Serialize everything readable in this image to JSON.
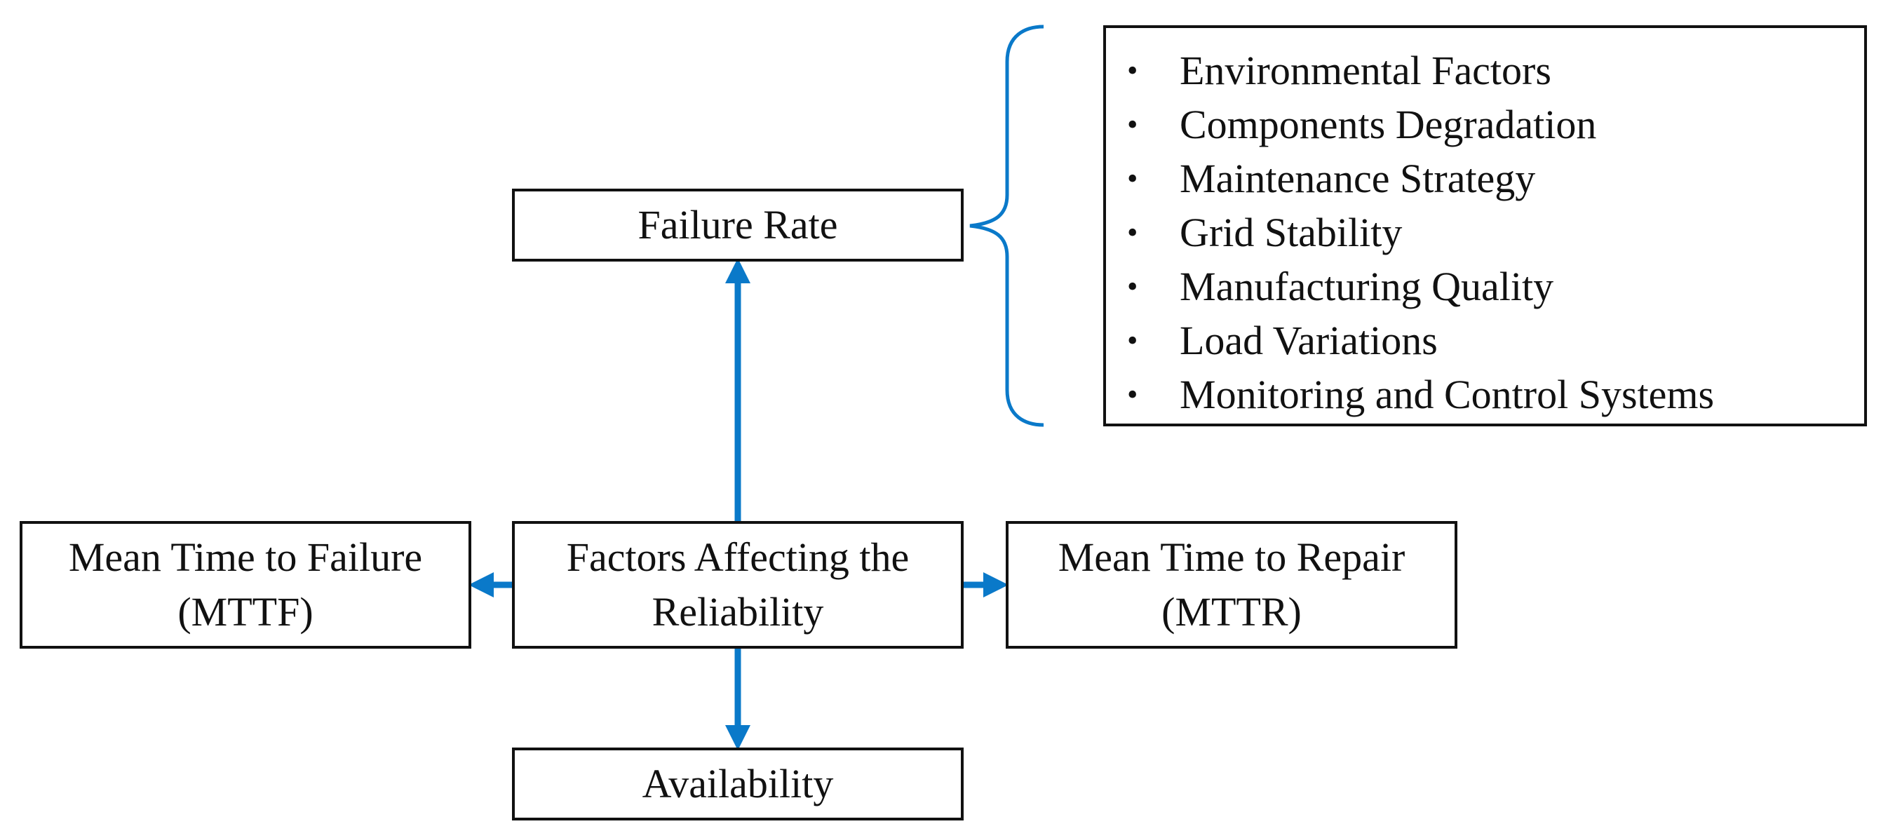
{
  "diagram": {
    "center": {
      "lines": [
        "Factors Affecting the",
        "Reliability"
      ]
    },
    "failure_rate": {
      "label": "Failure Rate"
    },
    "mttf": {
      "lines": [
        "Mean Time to Failure",
        "(MTTF)"
      ]
    },
    "mttr": {
      "lines": [
        "Mean Time to Repair",
        "(MTTR)"
      ]
    },
    "availability": {
      "label": "Availability"
    },
    "factors": {
      "bullet": "•",
      "items": [
        "Environmental Factors",
        "Components Degradation",
        "Maintenance Strategy",
        "Grid Stability",
        "Manufacturing Quality",
        "Load Variations",
        "Monitoring and Control Systems"
      ]
    },
    "colors": {
      "arrow": "#0a79c9",
      "border": "#111111",
      "text": "#111111"
    }
  }
}
